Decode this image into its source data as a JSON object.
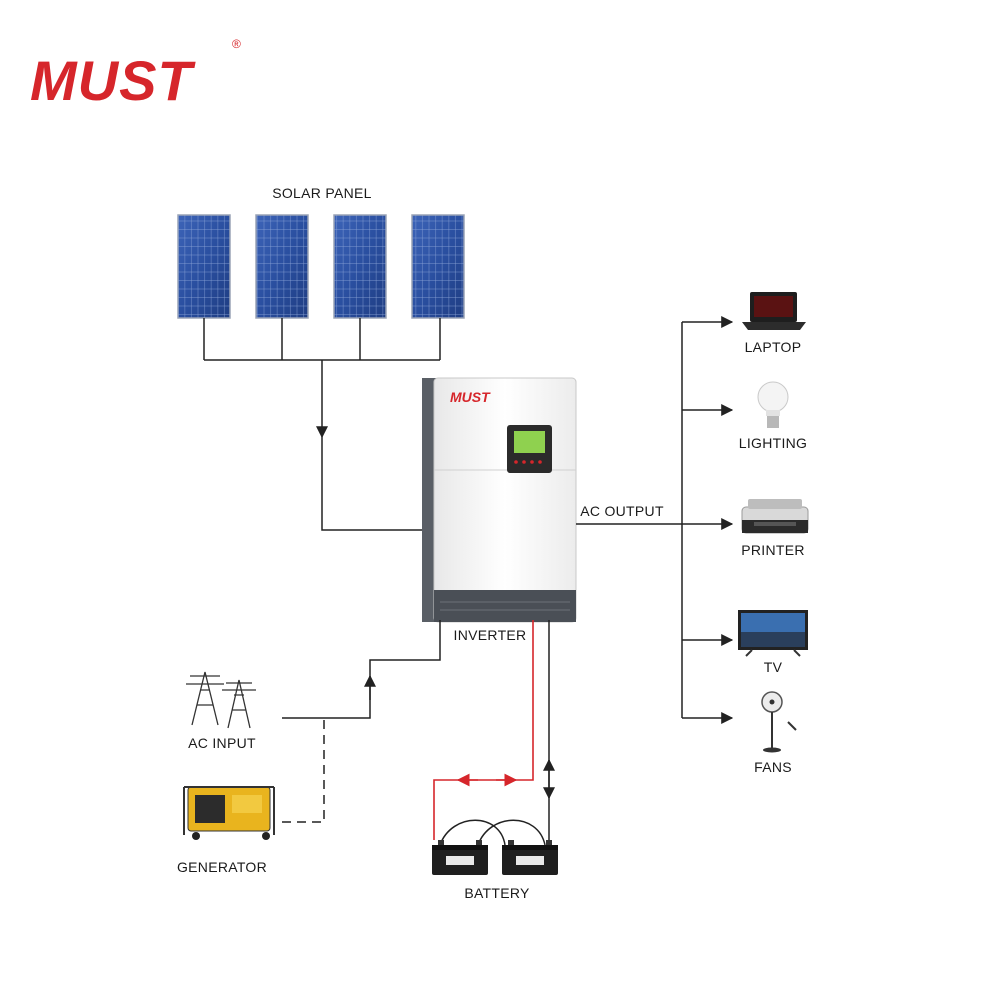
{
  "brand": {
    "name": "MUST",
    "registered": "®"
  },
  "labels": {
    "solar_panel": "SOLAR PANEL",
    "inverter": "INVERTER",
    "ac_output": "AC OUTPUT",
    "ac_input": "AC INPUT",
    "generator": "GENERATOR",
    "battery": "BATTERY"
  },
  "loads": [
    {
      "label": "LAPTOP",
      "icon": "laptop-icon"
    },
    {
      "label": "LIGHTING",
      "icon": "light-bulb-icon"
    },
    {
      "label": "PRINTER",
      "icon": "printer-icon"
    },
    {
      "label": "TV",
      "icon": "tv-icon"
    },
    {
      "label": "FANS",
      "icon": "fan-icon"
    }
  ],
  "colors": {
    "brand_red": "#d6262b",
    "wire": "#222222",
    "panel_blue": "#2a4fa0"
  }
}
